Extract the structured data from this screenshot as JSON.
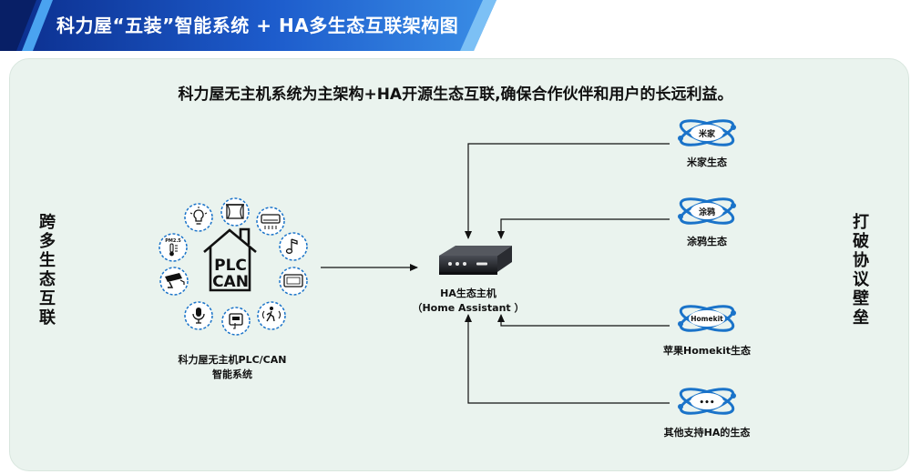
{
  "header": {
    "title": "科力屋“五装”智能系统 + HA多生态互联架构图"
  },
  "subtitle": "科力屋无主机系统为主架构+HA开源生态互联,确保合作伙伴和用户的长远利益。",
  "left_side_label": [
    "跨",
    "多",
    "生",
    "态",
    "互",
    "联"
  ],
  "right_side_label": [
    "打",
    "破",
    "协",
    "议",
    "壁",
    "垒"
  ],
  "plc_system": {
    "center_text_line1": "PLC",
    "center_text_line2": "CAN",
    "caption_line1": "科力屋无主机PLC/CAN",
    "caption_line2": "智能系统",
    "pm_text": "PM2.5",
    "icons": [
      "lightbulb-icon",
      "curtain-icon",
      "air-conditioner-icon",
      "music-note-icon",
      "tv-icon",
      "motion-sensor-icon",
      "panel-switch-icon",
      "microphone-icon",
      "camera-icon",
      "thermometer-icon"
    ]
  },
  "hub": {
    "label_line1": "HA生态主机",
    "label_line2": "（Home  Assistant ）"
  },
  "ecosystems": [
    {
      "badge": "米家",
      "label": "米家生态"
    },
    {
      "badge": "涂鸦",
      "label": "涂鸦生态"
    },
    {
      "badge": "Homekit",
      "label": "苹果Homekit生态"
    },
    {
      "badge": "•••",
      "label": "其他支持HA的生态"
    }
  ],
  "colors": {
    "banner_dark": "#0b2d8c",
    "banner_light": "#2f7fe0",
    "accent_blue": "#1a73c9",
    "panel_bg": "#eaf3ee"
  }
}
